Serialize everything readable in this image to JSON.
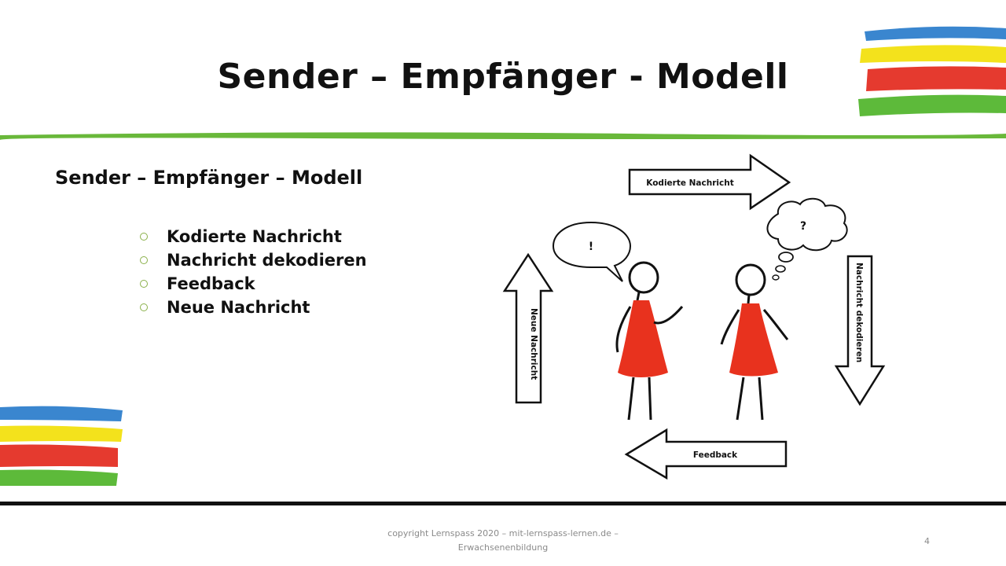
{
  "slide": {
    "title": "Sender – Empfänger - Modell",
    "subtitle": "Sender – Empfänger – Modell",
    "bullets": [
      "Kodierte Nachricht",
      "Nachricht dekodieren",
      "Feedback",
      "Neue Nachricht"
    ],
    "footer_line1": "copyright Lernspass 2020 – mit-lernspass-lernen.de –",
    "footer_line2": "Erwachsenenbildung",
    "page_number": "4"
  },
  "diagram": {
    "arrow_top": "Kodierte Nachricht",
    "arrow_right": "Nachricht dekodieren",
    "arrow_bottom": "Feedback",
    "arrow_left": "Neue Nachricht",
    "speech_bubble": "!",
    "thought_bubble": "?"
  },
  "colors": {
    "blue": "#3a86cf",
    "yellow": "#f3e21c",
    "red": "#e53a2f",
    "green": "#5dba3a",
    "dress": "#e8321e",
    "bullet": "#8ab04a"
  }
}
